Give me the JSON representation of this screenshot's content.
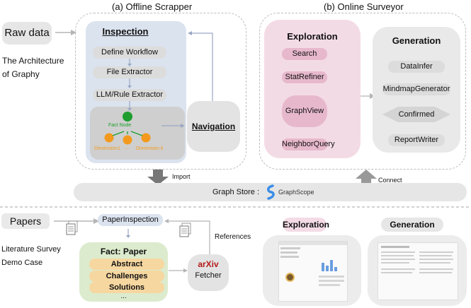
{
  "titles": {
    "offline": "(a) Offline Scrapper",
    "online": "(b) Online Surveyor"
  },
  "left": {
    "raw_data": "Raw data",
    "architecture_line1": "The Architecture",
    "architecture_line2": "of Graphy"
  },
  "inspection": {
    "title": "Inspection",
    "steps": [
      "Define Workflow",
      "File Extractor",
      "LLM/Rule Extractor"
    ],
    "fact_node": "Fact Node",
    "dimension1": "Dimension1",
    "dimension_k": "Dimension k",
    "dots": "..."
  },
  "navigation": "Navigation",
  "exploration": {
    "title": "Exploration",
    "items": [
      "Search",
      "StatRefiner",
      "GraphView",
      "NeighborQuery"
    ]
  },
  "generation": {
    "title": "Generation",
    "items": [
      "DataInfer",
      "MindmapGenerator",
      "Confirmed",
      "ReportWriter"
    ]
  },
  "graph_store": {
    "import": "Import",
    "connect": "Connect",
    "label": "Graph Store :",
    "brand": "GraphScope"
  },
  "demo": {
    "papers": "Papers",
    "paper_inspection": "PaperInspection",
    "references": "References",
    "survey_line1": "Literature Survey",
    "survey_line2": "Demo Case",
    "fact_paper": "Fact: Paper",
    "fact_items": [
      "Abstract",
      "Challenges",
      "Solutions"
    ],
    "fact_more": "...",
    "arxiv": "arXiv",
    "fetcher": "Fetcher",
    "exploration": "Exploration",
    "generation": "Generation"
  },
  "colors": {
    "inspection_bg": "#dbe3ef",
    "exploration_bg": "#f3dbe5",
    "pink_pill": "#e7b8cc",
    "fact_paper_bg": "#dcebcd",
    "fact_item_bg": "#f6d7a0",
    "fact_node_green": "#1f9e2f",
    "dimension_orange": "#f39a1e",
    "arxiv_red": "#b31b1b"
  }
}
